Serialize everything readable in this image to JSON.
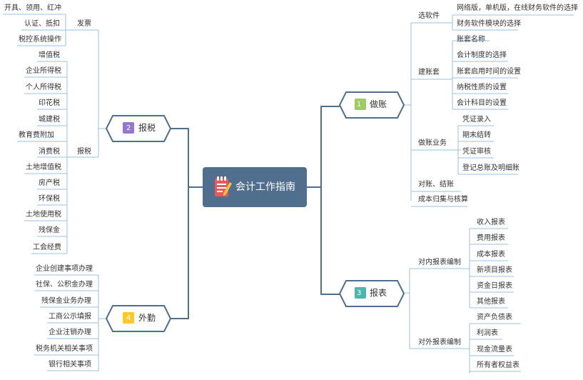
{
  "center": {
    "title": "会计工作指南"
  },
  "branches": {
    "zuozhang": {
      "number": "1",
      "label": "做账",
      "color": "#9ccc65",
      "sub": {
        "xuanruanjian": {
          "label": "选软件",
          "items": [
            "网络版，单机版，在线财务软件的选择",
            "财务软件模块的选择"
          ]
        },
        "jianzhangtao": {
          "label": "建账套",
          "items": [
            "账套名称",
            "会计制度的选择",
            "账套启用时间的设置",
            "纳税性质的设置",
            "会计科目的设置"
          ]
        },
        "zuozhangyewu": {
          "label": "做账业务",
          "items": [
            "凭证录入",
            "期末结转",
            "凭证审核",
            "登记总账及明细账"
          ]
        },
        "duizhang": {
          "label": "对账、结账"
        },
        "chengben": {
          "label": "成本归集与核算"
        }
      }
    },
    "baobiao": {
      "number": "3",
      "label": "报表",
      "color": "#4db6ac",
      "sub": {
        "duinei": {
          "label": "对内报表编制",
          "items": [
            "收入报表",
            "费用报表",
            "成本报表",
            "新项目报表",
            "资金日报表",
            "其他报表"
          ]
        },
        "duiwai": {
          "label": "对外报表编制",
          "items": [
            "资产负债表",
            "利润表",
            "现金流量表",
            "所有者权益表"
          ]
        }
      }
    },
    "baoshui": {
      "number": "2",
      "label": "报税",
      "color": "#9575cd",
      "sub": {
        "fapiao": {
          "label": "发票",
          "items": [
            "开具、领用、红冲",
            "认证、抵扣",
            "税控系统操作"
          ]
        },
        "shui": {
          "label": "报税",
          "items": [
            "增值税",
            "企业所得税",
            "个人所得税",
            "印花税",
            "城建税",
            "教育费附加",
            "消费税",
            "土地增值税",
            "房产税",
            "环保税",
            "土地使用税",
            "残保金",
            "工会经费"
          ]
        }
      }
    },
    "waiqin": {
      "number": "4",
      "label": "外勤",
      "color": "#ffca28",
      "items": [
        "企业创建事项办理",
        "社保、公积金办理",
        "残保金业务办理",
        "工商公示填报",
        "企业注销办理",
        "税务机关相关事项",
        "银行相关事项"
      ]
    }
  }
}
